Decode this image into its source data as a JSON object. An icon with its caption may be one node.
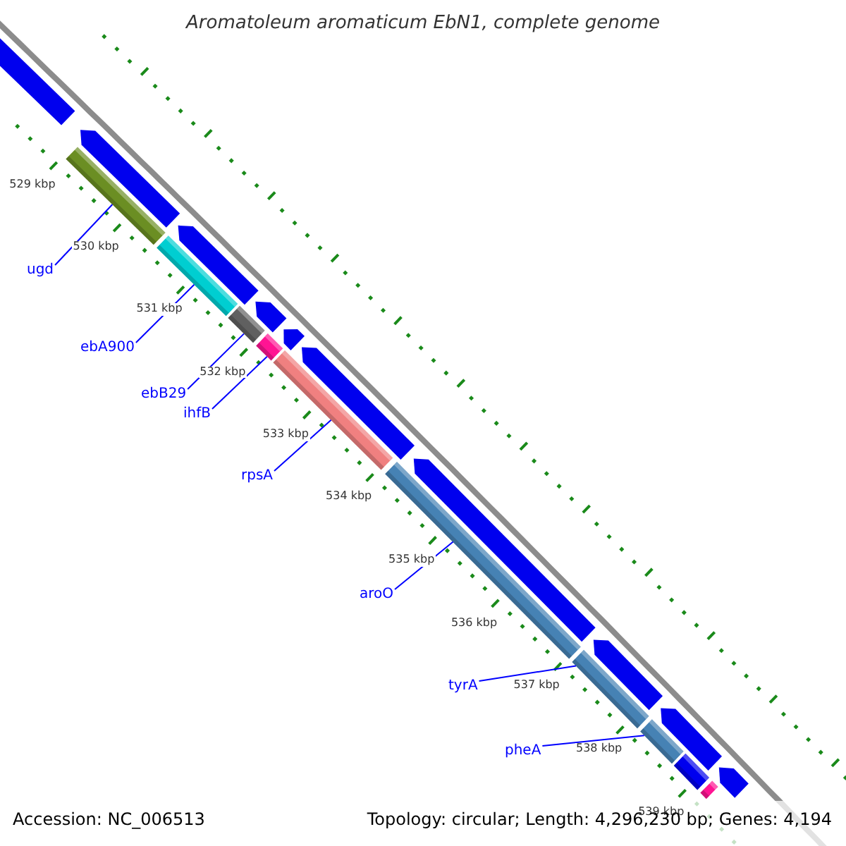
{
  "diagram": {
    "title": "Aromatoleum aromaticum EbN1, complete genome",
    "nodes": [
      {
        "text": [
          "ugd"
        ]
      },
      {
        "text": [
          "ebA900"
        ]
      },
      {
        "text": [
          "ebB29"
        ]
      },
      {
        "text": [
          "ihfB"
        ]
      },
      {
        "text": [
          "rpsA"
        ]
      },
      {
        "text": [
          "aroO"
        ]
      },
      {
        "text": [
          "tyrA"
        ]
      },
      {
        "text": [
          "pheA"
        ]
      },
      {
        "text": [],
        "shape": "bar"
      },
      {
        "text": [],
        "shape": "bar"
      },
      {
        "text": [],
        "shape": "bar"
      },
      {
        "text": [],
        "shape": "bar"
      },
      {
        "text": [],
        "shape": "bar"
      },
      {
        "text": [],
        "shape": "bar"
      },
      {
        "text": [],
        "shape": "bar"
      },
      {
        "text": [],
        "shape": "bar"
      },
      {
        "text": [],
        "shape": "pentagon"
      },
      {
        "text": [],
        "shape": "pentagon"
      },
      {
        "text": [],
        "shape": "pentagon"
      },
      {
        "text": [],
        "shape": "pentagon"
      },
      {
        "text": [],
        "shape": "pentagon"
      },
      {
        "text": [],
        "shape": "pentagon"
      },
      {
        "text": [],
        "shape": "pentagon"
      },
      {
        "text": [],
        "shape": "pentagon"
      },
      {
        "text": [],
        "shape": "pentagon"
      },
      {
        "text": [],
        "shape": "pentagon"
      },
      {
        "text": [],
        "shape": "bar"
      },
      {
        "text": [],
        "shape": "bar"
      }
    ],
    "edges": [
      {
        "from": 0,
        "to": 8,
        "arrow": "none"
      },
      {
        "from": 1,
        "to": 9,
        "arrow": "none"
      },
      {
        "from": 2,
        "to": 10,
        "arrow": "none"
      },
      {
        "from": 3,
        "to": 11,
        "arrow": "none"
      },
      {
        "from": 4,
        "to": 12,
        "arrow": "none"
      },
      {
        "from": 5,
        "to": 13,
        "arrow": "none"
      },
      {
        "from": 6,
        "to": 14,
        "arrow": "none"
      },
      {
        "from": 7,
        "to": 15,
        "arrow": "none"
      }
    ],
    "labels": [
      "529 kbp",
      "530 kbp",
      "531 kbp",
      "532 kbp",
      "533 kbp",
      "534 kbp",
      "535 kbp",
      "536 kbp",
      "537 kbp",
      "538 kbp",
      "539 kbp",
      "Accession: NC_006513",
      "Topology: circular; Length: 4,296,230 bp; Genes: 4,194"
    ]
  }
}
